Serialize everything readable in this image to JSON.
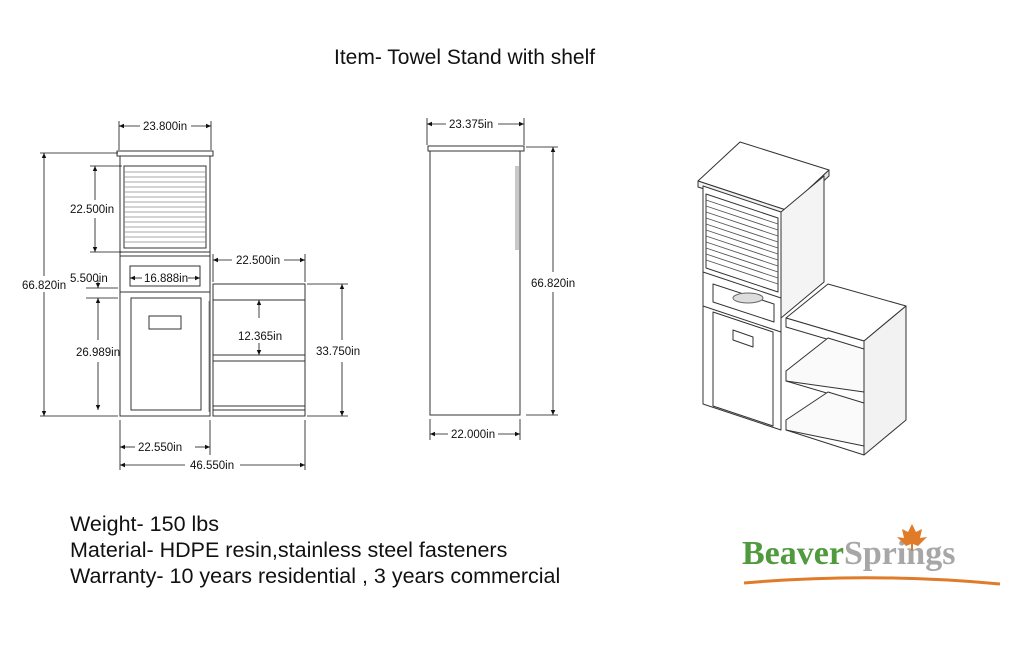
{
  "title": "Item- Towel Stand with shelf",
  "front_view": {
    "width_top": "23.800in",
    "height_total": "66.820in",
    "height_upper": "22.500in",
    "gap_height": "5.500in",
    "opening_width": "16.888in",
    "height_lower": "26.989in",
    "shelf_width": "22.500in",
    "shelf_spacing": "12.365in",
    "shelf_height": "33.750in",
    "width_base": "22.550in",
    "width_total": "46.550in"
  },
  "side_view": {
    "width_top": "23.375in",
    "height": "66.820in",
    "width_base": "22.000in"
  },
  "specs": {
    "weight": "Weight- 150 lbs",
    "material": "Material- HDPE resin,stainless steel fasteners",
    "warranty": "Warranty- 10 years residential , 3 years commercial"
  },
  "logo": {
    "part1": "Beaver",
    "part2": "Springs",
    "green": "#4f9a3d",
    "gray": "#a7a7a7",
    "leaf": "#e07b2a"
  }
}
